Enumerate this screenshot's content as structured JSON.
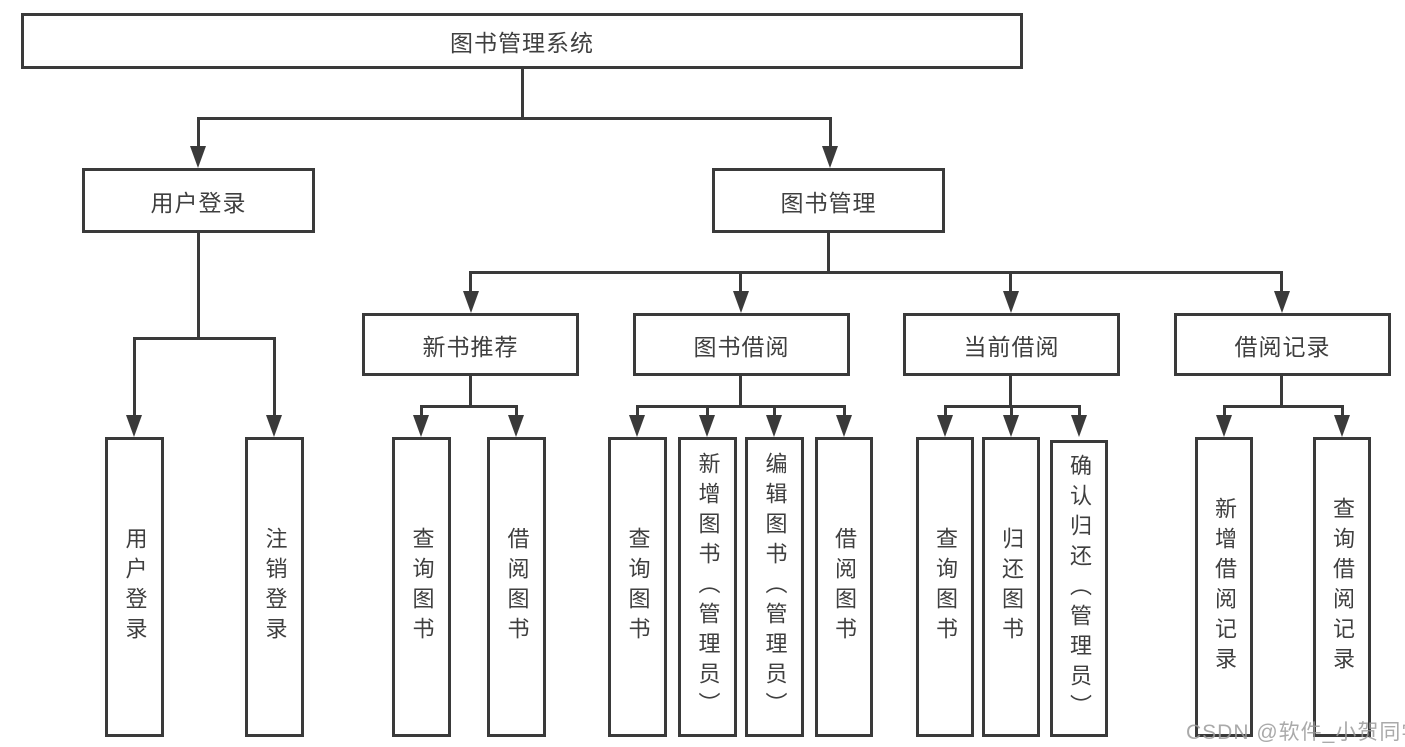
{
  "diagram": {
    "title": "图书管理系统",
    "root": {
      "label": "图书管理系统"
    },
    "level2": [
      {
        "label": "用户登录",
        "children": [
          "用户登录",
          "注销登录"
        ]
      },
      {
        "label": "图书管理"
      }
    ],
    "level3": [
      {
        "label": "新书推荐",
        "children": [
          "查询图书",
          "借阅图书"
        ]
      },
      {
        "label": "图书借阅",
        "children": [
          "查询图书",
          "新增图书（管理员）",
          "编辑图书（管理员）",
          "借阅图书"
        ]
      },
      {
        "label": "当前借阅",
        "children": [
          "查询图书",
          "归还图书",
          "确认归还（管理员）"
        ]
      },
      {
        "label": "借阅记录",
        "children": [
          "新增借阅记录",
          "查询借阅记录"
        ]
      }
    ]
  },
  "watermark": {
    "text": "CSDN @软件_小贺同学"
  },
  "colors": {
    "line": "#3a3a3a",
    "text": "#3f3f3f",
    "background": "#ffffff",
    "watermark": "#9b9b9b"
  }
}
